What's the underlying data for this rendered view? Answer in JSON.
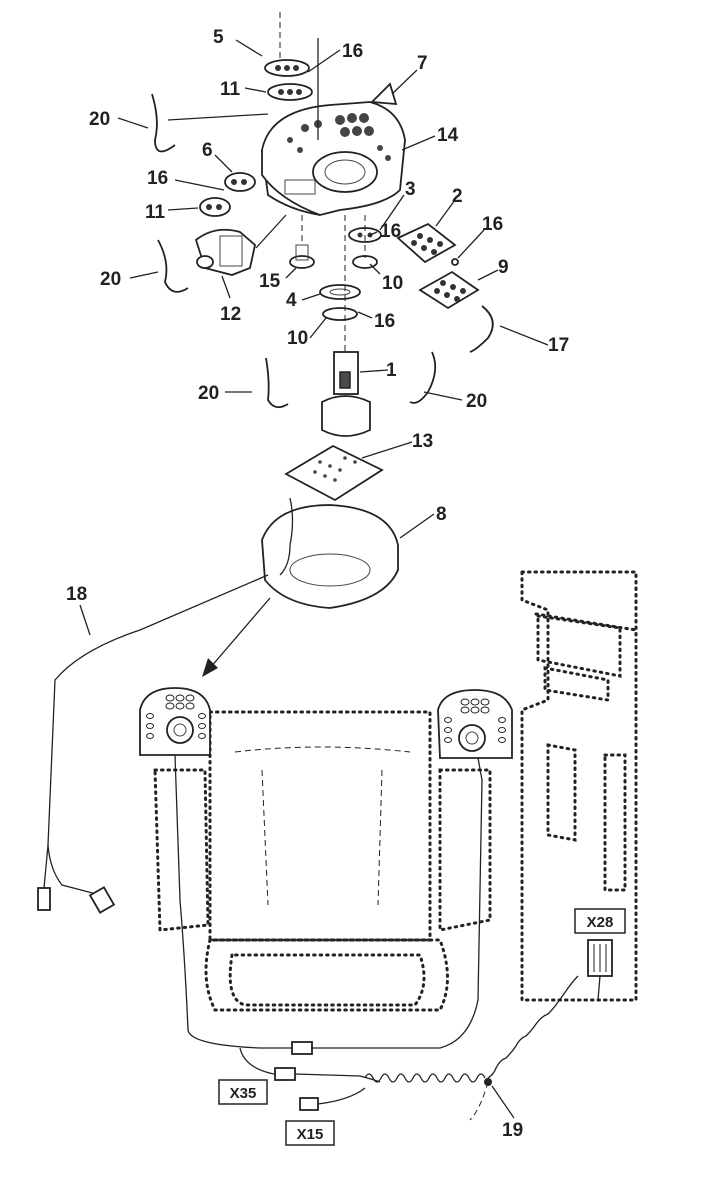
{
  "callouts": [
    {
      "label": "5"
    },
    {
      "label": "16"
    },
    {
      "label": "7"
    },
    {
      "label": "11"
    },
    {
      "label": "20"
    },
    {
      "label": "14"
    },
    {
      "label": "6"
    },
    {
      "label": "16"
    },
    {
      "label": "3"
    },
    {
      "label": "2"
    },
    {
      "label": "11"
    },
    {
      "label": "16"
    },
    {
      "label": "16"
    },
    {
      "label": "20"
    },
    {
      "label": "15"
    },
    {
      "label": "10"
    },
    {
      "label": "9"
    },
    {
      "label": "12"
    },
    {
      "label": "4"
    },
    {
      "label": "16"
    },
    {
      "label": "10"
    },
    {
      "label": "17"
    },
    {
      "label": "1"
    },
    {
      "label": "20"
    },
    {
      "label": "20"
    },
    {
      "label": "13"
    },
    {
      "label": "8"
    },
    {
      "label": "18"
    },
    {
      "label": "19"
    }
  ],
  "connectors": {
    "x28": "X28",
    "x35": "X35",
    "x15": "X15"
  }
}
